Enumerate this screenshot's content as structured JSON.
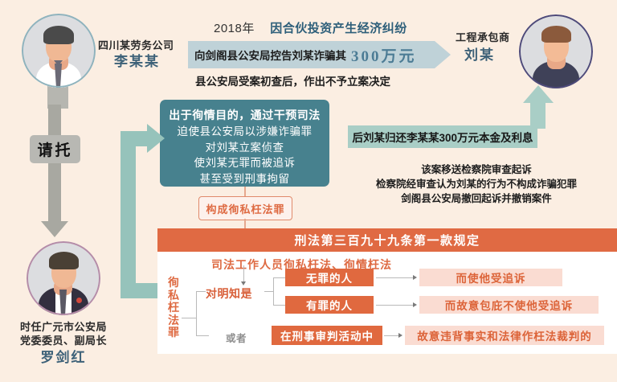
{
  "people": {
    "top_left": {
      "role": "四川某劳务公司",
      "name": "李某某"
    },
    "top_right": {
      "role": "工程承包商",
      "name": "刘某"
    },
    "bottom_left": {
      "role_line1": "时任广元市公安局",
      "role_line2": "党委委员、副局长",
      "name": "罗剑红"
    }
  },
  "header": {
    "year": "2018年",
    "headline": "因合伙投资产生经济纠纷",
    "band_text": "向剑阁县公安局控告刘某诈骗其",
    "amount": "300万元",
    "line3": "县公安局受案初查后，作出不予立案决定"
  },
  "request_label": "请托",
  "teal_box": {
    "line1": "出于徇情目的，通过干预司法",
    "line2": "迫使县公安局以涉嫌诈骗罪",
    "line3": "对刘某立案侦查",
    "line4": "使刘某无罪而被追诉",
    "line5": "甚至受到刑事拘留"
  },
  "repayment_band": "后刘某归还李某某300万元本金及利息",
  "case_outcome": {
    "line1": "该案移送检察院审查起诉",
    "line2": "检察院经审查认为刘某的行为不构成诈骗犯罪",
    "line3": "剑阁县公安局撤回起诉并撤销案件"
  },
  "crime_chip": "构成徇私枉法罪",
  "law": {
    "header": "刑法第三百九十九条第一款规定",
    "subtitle": "司法工作人员徇私枉法、徇情枉法",
    "vertical_label": [
      "徇",
      "私",
      "枉",
      "法",
      "罪"
    ],
    "branch_known": "对明知是",
    "branch_or": "或者",
    "rows": [
      {
        "subject": "无罪的人",
        "result": "而使他受追诉"
      },
      {
        "subject": "有罪的人",
        "result": "而故意包庇不使他受追诉"
      },
      {
        "subject": "在刑事审判活动中",
        "result": "故意违背事实和法律作枉法裁判的"
      }
    ]
  },
  "colors": {
    "page_bg": "#fbeee2",
    "teal_box": "#47818e",
    "teal_band": "#a9cec6",
    "blue_band": "#bfd2d8",
    "orange": "#e0693f",
    "pink": "#fadcd2",
    "gray_arrow": "#a8a8a1",
    "name_blue": "#3d6178"
  }
}
